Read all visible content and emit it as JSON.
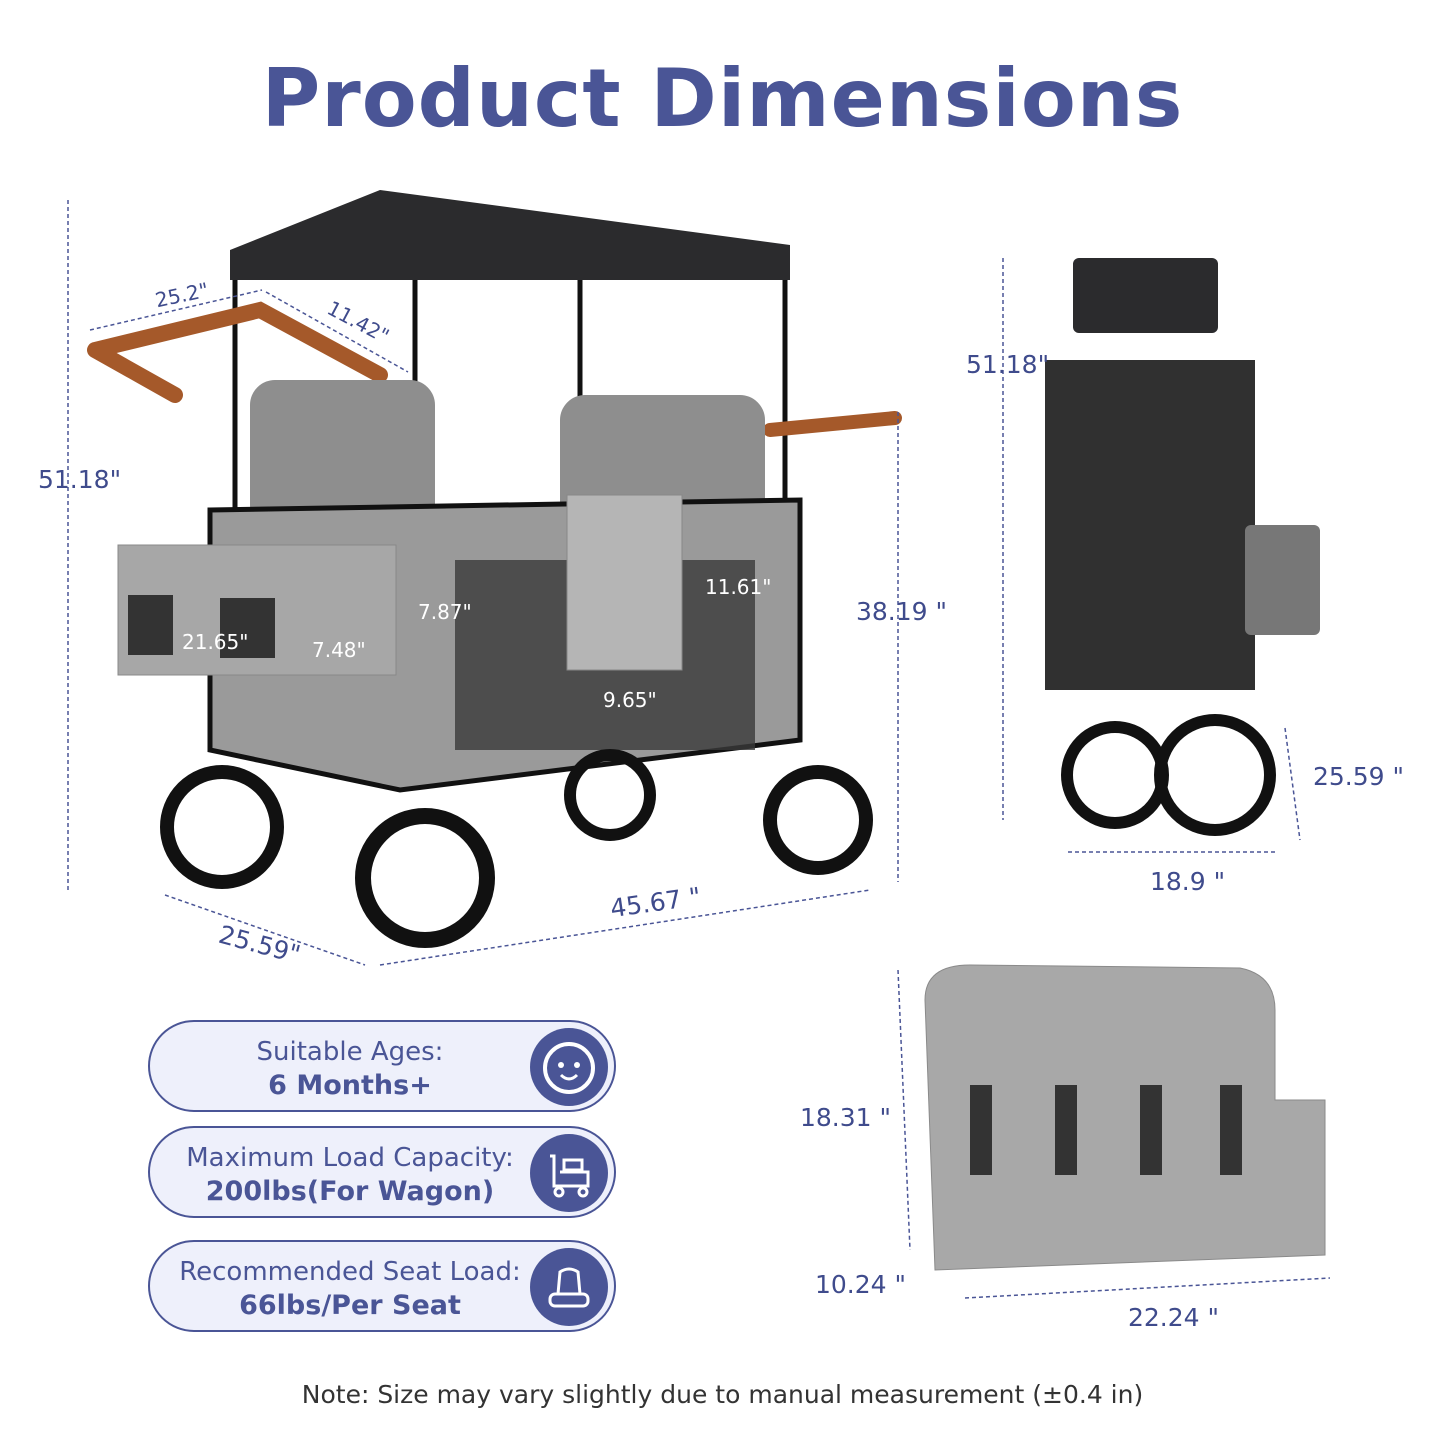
{
  "title": "Product Dimensions",
  "main_view": {
    "overall_height": "51.18\"",
    "handle_width": "25.2\"",
    "handle_depth": "11.42\"",
    "basket_length": "21.65\"",
    "basket_width": "7.48\"",
    "side_height": "7.87\"",
    "inner_height": "11.61\"",
    "pocket_width": "9.65\"",
    "body_height": "38.19 \"",
    "length": "45.67 \"",
    "width": "25.59\""
  },
  "folded_view": {
    "height": "51.18\"",
    "depth": "25.59 \"",
    "width": "18.9 \""
  },
  "seat_view": {
    "height": "18.31 \"",
    "depth": "10.24 \"",
    "width": "22.24 \""
  },
  "features": [
    {
      "label": "Suitable Ages:",
      "value": "6 Months+",
      "icon": "baby-face-icon"
    },
    {
      "label": "Maximum Load Capacity:",
      "value": "200lbs(For Wagon)",
      "icon": "cart-icon"
    },
    {
      "label": "Recommended Seat Load:",
      "value": "66lbs/Per Seat",
      "icon": "car-seat-icon"
    }
  ],
  "note": "Note:  Size may vary slightly due to manual measurement (±0.4 in)",
  "colors": {
    "accent": "#4a5596",
    "pill_bg": "#eef0fb"
  }
}
